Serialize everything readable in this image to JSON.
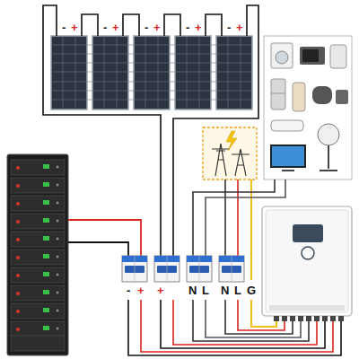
{
  "diagram": {
    "labels": [
      "-",
      "+",
      "-",
      "+",
      "-",
      "+",
      "-",
      "+",
      "-",
      "+",
      "-",
      "+",
      "+",
      "N",
      "L",
      "N",
      "L",
      "G"
    ]
  }
}
